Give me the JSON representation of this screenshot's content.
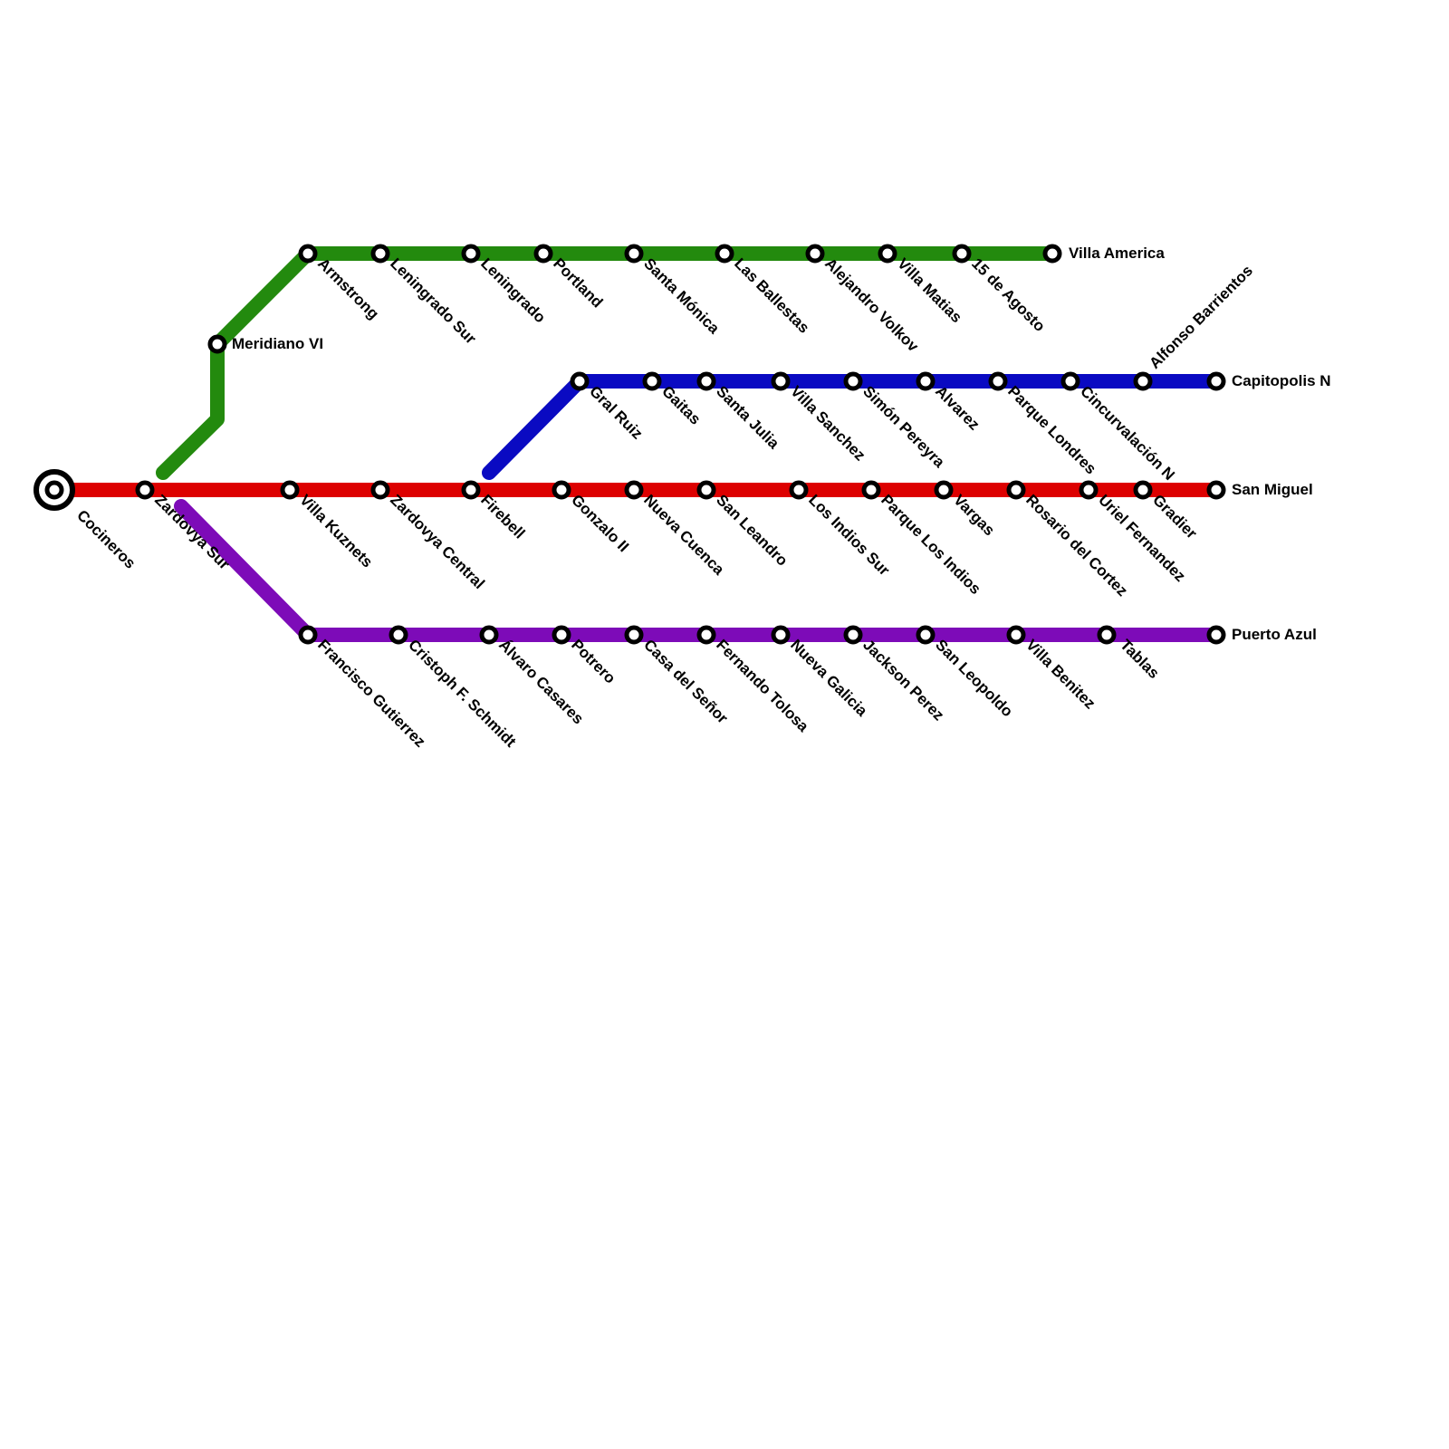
{
  "lines": [
    {
      "id": "green",
      "color": "#238a0e",
      "stations": [
        {
          "name": "Meridiano VI"
        },
        {
          "name": "Armstrong"
        },
        {
          "name": "Leningrado Sur"
        },
        {
          "name": "Leningrado"
        },
        {
          "name": "Portland"
        },
        {
          "name": "Santa Mónica"
        },
        {
          "name": "Las Ballestas"
        },
        {
          "name": "Alejandro Volkov"
        },
        {
          "name": "Villa Matias"
        },
        {
          "name": "15 de Agosto"
        },
        {
          "name": "Villa America"
        }
      ]
    },
    {
      "id": "blue",
      "color": "#0a0ac2",
      "stations": [
        {
          "name": "Gral Ruiz"
        },
        {
          "name": "Gaitas"
        },
        {
          "name": "Santa Julia"
        },
        {
          "name": "Villa Sanchez"
        },
        {
          "name": "Simón Pereyra"
        },
        {
          "name": "Alvarez"
        },
        {
          "name": "Parque Londres"
        },
        {
          "name": "Cincurvalación N"
        },
        {
          "name": "Alfonso Barrientos"
        },
        {
          "name": "Capitopolis N"
        }
      ]
    },
    {
      "id": "red",
      "color": "#dd0000",
      "stations": [
        {
          "name": "Cocineros"
        },
        {
          "name": "Zardovya Sur"
        },
        {
          "name": "Villa Kuznets"
        },
        {
          "name": "Zardovya Central"
        },
        {
          "name": "Firebell"
        },
        {
          "name": "Gonzalo II"
        },
        {
          "name": "Nueva Cuenca"
        },
        {
          "name": "San Leandro"
        },
        {
          "name": "Los Indios Sur"
        },
        {
          "name": "Parque Los Indios"
        },
        {
          "name": "Vargas"
        },
        {
          "name": "Rosario del Cortez"
        },
        {
          "name": "Uriel Fernandez"
        },
        {
          "name": "Gradier"
        },
        {
          "name": "San Miguel"
        }
      ]
    },
    {
      "id": "purple",
      "color": "#7d0bb8",
      "stations": [
        {
          "name": "Francisco Gutierrez"
        },
        {
          "name": "Cristoph F. Schmidt"
        },
        {
          "name": "Álvaro Casares"
        },
        {
          "name": "Potrero"
        },
        {
          "name": "Casa del Señor"
        },
        {
          "name": "Fernando Tolosa"
        },
        {
          "name": "Nueva Galicia"
        },
        {
          "name": "Jackson Perez"
        },
        {
          "name": "San Leopoldo"
        },
        {
          "name": "Villa Benitez"
        },
        {
          "name": "Tablas"
        },
        {
          "name": "Puerto Azul"
        }
      ]
    }
  ]
}
